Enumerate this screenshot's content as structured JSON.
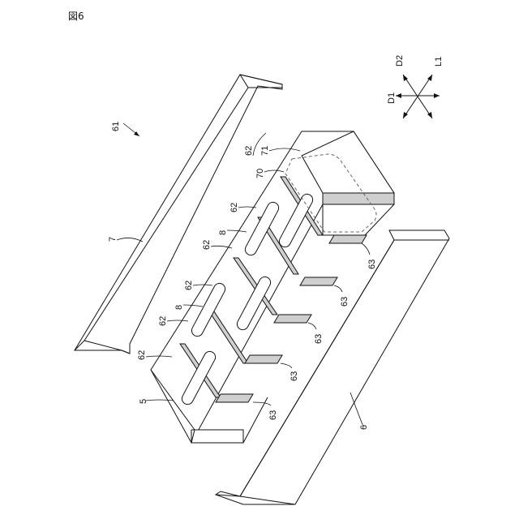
{
  "figure": {
    "title": "図6"
  },
  "axes": {
    "d1": "D1",
    "d2": "D2",
    "l1": "L1"
  },
  "labels": {
    "assembly": "61",
    "wall_left": "7",
    "wall_right": "6",
    "body": "5",
    "groove_top": "62",
    "groove_a": "62",
    "groove_b": "62",
    "groove_c": "62",
    "groove_d": "62",
    "groove_e": "62",
    "slot_a": "8",
    "slot_b": "8",
    "part_70": "70",
    "part_71": "71",
    "rib_a": "63",
    "rib_b": "63",
    "rib_c": "63",
    "rib_d": "63",
    "rib_e": "63"
  }
}
